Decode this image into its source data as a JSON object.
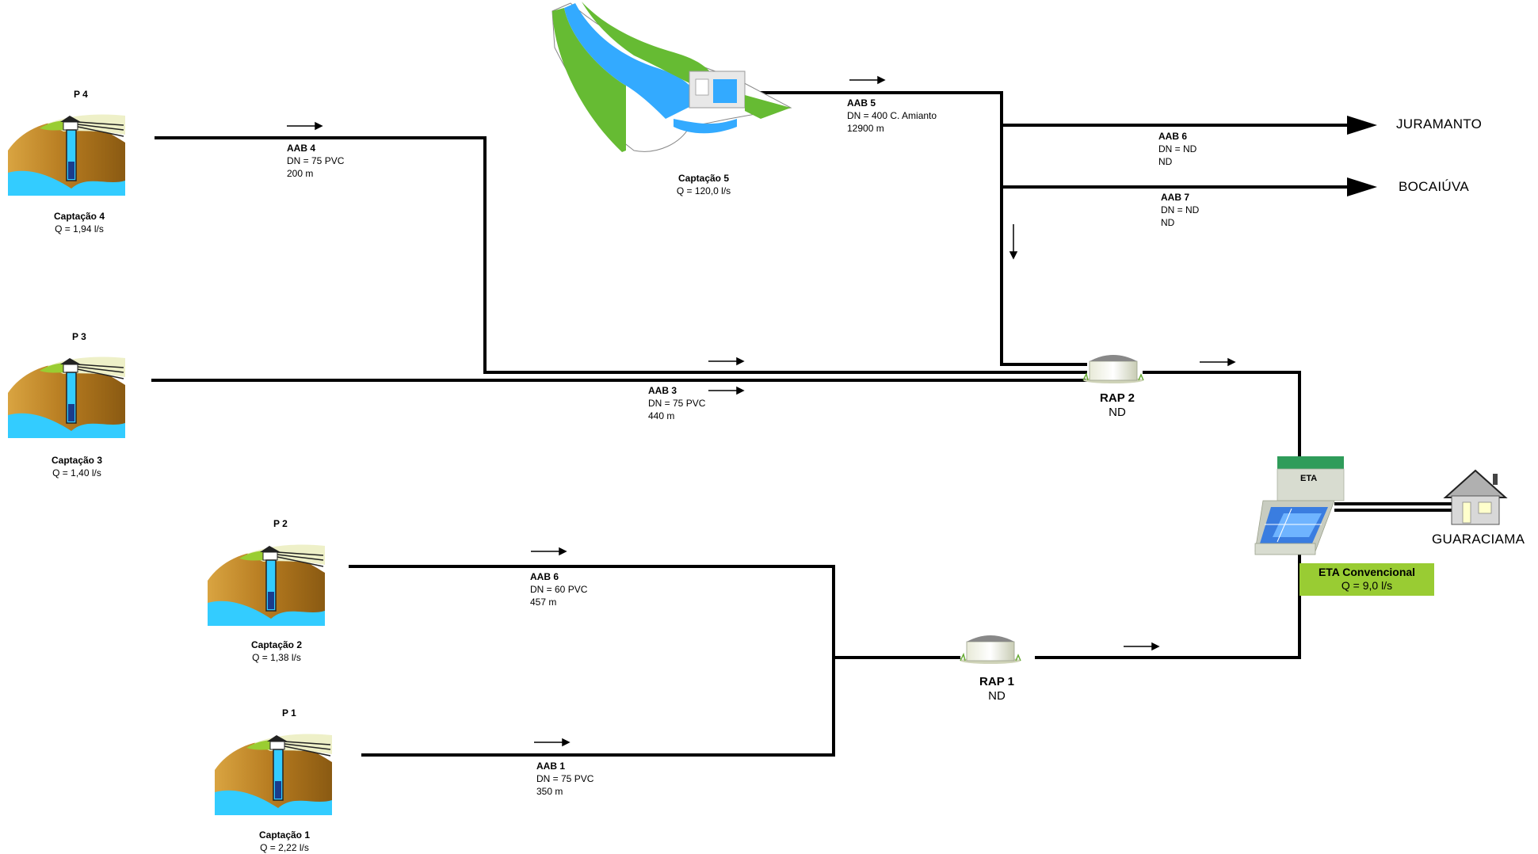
{
  "captures": [
    {
      "code": "P 4",
      "name": "Captação 4",
      "flow": "Q = 1,94 l/s"
    },
    {
      "code": "P 3",
      "name": "Captação 3",
      "flow": "Q = 1,40 l/s"
    },
    {
      "code": "P 2",
      "name": "Captação 2",
      "flow": "Q = 1,38 l/s"
    },
    {
      "code": "P 1",
      "name": "Captação 1",
      "flow": "Q = 2,22 l/s"
    }
  ],
  "surface_capture": {
    "name": "Captação 5",
    "flow": "Q = 120,0 l/s"
  },
  "pipes": {
    "aab4": {
      "name": "AAB 4",
      "dn": "DN = 75 PVC",
      "length": "200 m"
    },
    "aab3": {
      "name": "AAB 3",
      "dn": "DN = 75 PVC",
      "length": "440 m"
    },
    "aab5": {
      "name": "AAB 5",
      "dn": "DN = 400 C. Amianto",
      "length": "12900 m"
    },
    "aab6_top": {
      "name": "AAB 6",
      "dn": "DN = ND",
      "length": "ND"
    },
    "aab7": {
      "name": "AAB 7",
      "dn": "DN = ND",
      "length": "ND"
    },
    "aab6_bottom": {
      "name": "AAB 6",
      "dn": "DN = 60 PVC",
      "length": "457 m"
    },
    "aab1": {
      "name": "AAB 1",
      "dn": "DN = 75 PVC",
      "length": "350 m"
    }
  },
  "destinations": {
    "juramanto": "JURAMANTO",
    "bocaiuva": "BOCAIÚVA",
    "guaraciama": "GUARACIAMA"
  },
  "reservoirs": {
    "rap2": {
      "name": "RAP 2",
      "capacity": "ND"
    },
    "rap1": {
      "name": "RAP 1",
      "capacity": "ND"
    }
  },
  "eta": {
    "sign": "ETA",
    "type": "ETA Convencional",
    "flow": "Q = 9,0 l/s"
  },
  "colors": {
    "water": "#33ccff",
    "soil": "#b8860b",
    "grass": "#66bb33",
    "eta_label": "#99cc33",
    "line": "#000000"
  }
}
